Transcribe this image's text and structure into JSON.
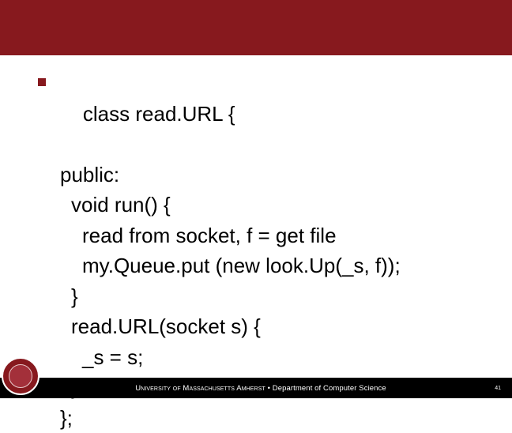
{
  "slide": {
    "bullet_text": "class read.URL {",
    "code_lines": [
      {
        "text": "public:",
        "level": 1
      },
      {
        "text": "void run() {",
        "level": 2
      },
      {
        "text": "read from socket, f = get file",
        "level": 3
      },
      {
        "text": "my.Queue.put (new look.Up(_s, f));",
        "level": 3
      },
      {
        "text": "}",
        "level": 2
      },
      {
        "text": "read.URL(socket s) {",
        "level": 2
      },
      {
        "text": "_s = s;",
        "level": 3
      },
      {
        "text": "}",
        "level": 2
      },
      {
        "text": "};",
        "level": 1
      }
    ]
  },
  "footer": {
    "university": "University of Massachusetts Amherst",
    "separator": "•",
    "department": "Department of Computer Science",
    "page_number": "41"
  },
  "colors": {
    "accent": "#87191e",
    "footer_bg": "#000000"
  }
}
